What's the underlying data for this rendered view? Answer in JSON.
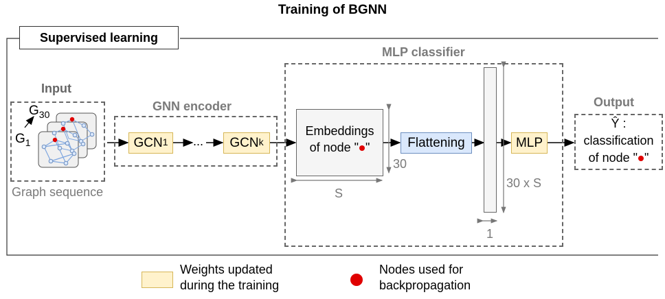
{
  "title": "Training of BGNN",
  "supervised_label": "Supervised learning",
  "input": {
    "header": "Input",
    "g_top": "G",
    "g_top_sub": "30",
    "g_bottom": "G",
    "g_bottom_sub": "1",
    "caption": "Graph sequence"
  },
  "encoder": {
    "header": "GNN encoder",
    "gcn_first": "GCN",
    "gcn_first_sup": "1",
    "ellipsis": "...",
    "gcn_last": "GCN",
    "gcn_last_sup": "k"
  },
  "classifier": {
    "header": "MLP classifier",
    "embeddings_line1": "Embeddings",
    "embeddings_line2a": "of node \"",
    "embeddings_line2b": "\"",
    "dim_height": "30",
    "dim_width": "S",
    "flattening": "Flattening",
    "vector_height": "30 x S",
    "vector_width": "1",
    "mlp": "MLP"
  },
  "output": {
    "header": "Output",
    "line1": "Ŷ :",
    "line2": "classification",
    "line3a": "of node \"",
    "line3b": "\""
  },
  "legend": {
    "weights_line1": "Weights updated",
    "weights_line2": "during the training",
    "nodes_line1": "Nodes used for",
    "nodes_line2": "backpropagation"
  },
  "colors": {
    "weights_fill": "#fff2cc",
    "flatten_fill": "#dae8fc",
    "node_dot": "#e00000",
    "header_gray": "#7a7a7a"
  }
}
